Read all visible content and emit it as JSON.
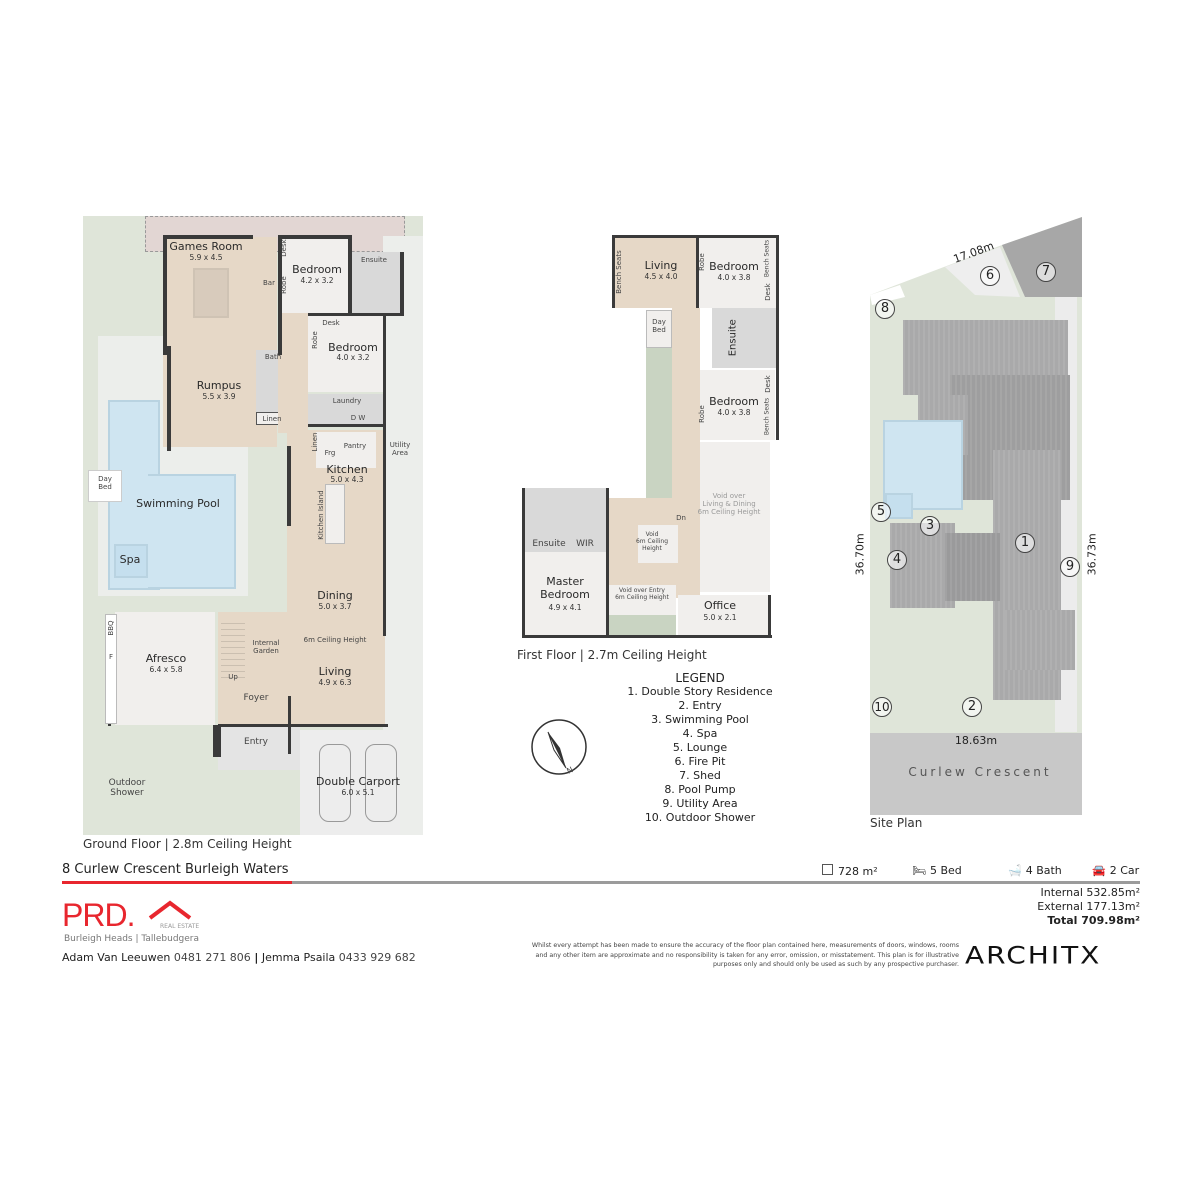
{
  "address": "8 Curlew Crescent Burleigh Waters",
  "colors": {
    "brand_red": "#e8262e",
    "divider_grey": "#9b9b9b",
    "wood_floor": "#e6d8c7",
    "pool_blue": "#cfe5f1",
    "roof_grey": "#a9a9aa"
  },
  "ground_floor": {
    "caption": "Ground Floor | 2.8m Ceiling Height",
    "rooms": {
      "games_room": {
        "name": "Games Room",
        "dims": "5.9 x 4.5"
      },
      "bar": {
        "name": "Bar"
      },
      "bedroom_1": {
        "name": "Bedroom",
        "dims": "4.2 x 3.2"
      },
      "desk_1": {
        "name": "Desk"
      },
      "robe_1": {
        "name": "Robe"
      },
      "ensuite": {
        "name": "Ensuite"
      },
      "bedroom_2": {
        "name": "Bedroom",
        "dims": "4.0 x 3.2"
      },
      "desk_2": {
        "name": "Desk"
      },
      "robe_2": {
        "name": "Robe"
      },
      "bath": {
        "name": "Bath"
      },
      "linen_1": {
        "name": "Linen"
      },
      "laundry": {
        "name": "Laundry"
      },
      "dw": {
        "name": "D  W"
      },
      "rumpus": {
        "name": "Rumpus",
        "dims": "5.5 x 3.9"
      },
      "linen_2": {
        "name": "Linen"
      },
      "frg": {
        "name": "Frg"
      },
      "pantry": {
        "name": "Pantry"
      },
      "utility": {
        "name": "Utility\nArea"
      },
      "kitchen": {
        "name": "Kitchen",
        "dims": "5.0 x 4.3"
      },
      "kitchen_island": {
        "name": "Kitchen Island"
      },
      "day_bed": {
        "name": "Day\nBed"
      },
      "pool": {
        "name": "Swimming Pool"
      },
      "spa": {
        "name": "Spa"
      },
      "dining": {
        "name": "Dining",
        "dims": "5.0 x 3.7"
      },
      "ceiling_note": {
        "name": "6m Ceiling Height"
      },
      "internal_garden": {
        "name": "Internal\nGarden"
      },
      "up": {
        "name": "Up"
      },
      "bbq": {
        "name": "BBQ"
      },
      "f": {
        "name": "F"
      },
      "afresco": {
        "name": "Afresco",
        "dims": "6.4 x 5.8"
      },
      "living": {
        "name": "Living",
        "dims": "4.9 x 6.3"
      },
      "foyer": {
        "name": "Foyer"
      },
      "entry": {
        "name": "Entry"
      },
      "outdoor_shower": {
        "name": "Outdoor\nShower"
      },
      "carport": {
        "name": "Double Carport",
        "dims": "6.0 x 5.1"
      }
    }
  },
  "first_floor": {
    "caption": "First Floor | 2.7m Ceiling Height",
    "rooms": {
      "bench_seats_1": {
        "name": "Bench Seats"
      },
      "living": {
        "name": "Living",
        "dims": "4.5 x 4.0"
      },
      "robe_1": {
        "name": "Robe"
      },
      "bedroom_1": {
        "name": "Bedroom",
        "dims": "4.0 x 3.8"
      },
      "bench_seats_2": {
        "name": "Bench Seats"
      },
      "desk_1": {
        "name": "Desk"
      },
      "day_bed": {
        "name": "Day\nBed"
      },
      "ensuite": {
        "name": "Ensuite"
      },
      "robe_2": {
        "name": "Robe"
      },
      "bedroom_2": {
        "name": "Bedroom",
        "dims": "4.0 x 3.8"
      },
      "desk_2": {
        "name": "Desk"
      },
      "bench_seats_3": {
        "name": "Bench Seats"
      },
      "void_living": {
        "name": "Void over\nLiving & Dining\n6m Ceiling Height"
      },
      "dn": {
        "name": "Dn"
      },
      "void_stair": {
        "name": "Void\n6m Ceiling\nHeight"
      },
      "master_ensuite": {
        "name": "Ensuite"
      },
      "wir": {
        "name": "WIR"
      },
      "master": {
        "name": "Master\nBedroom",
        "dims": "4.9 x 4.1"
      },
      "void_entry": {
        "name": "Void over Entry\n6m Ceiling Height"
      },
      "office": {
        "name": "Office",
        "dims": "5.0 x 2.1"
      }
    }
  },
  "legend": {
    "title": "LEGEND",
    "items": [
      "1. Double Story Residence",
      "2. Entry",
      "3. Swimming Pool",
      "4. Spa",
      "5. Lounge",
      "6. Fire Pit",
      "7. Shed",
      "8. Pool Pump",
      "9. Utility Area",
      "10. Outdoor Shower"
    ]
  },
  "compass": {
    "label": "N",
    "icon": "north-arrow-icon"
  },
  "site_plan": {
    "caption": "Site Plan",
    "street": "Curlew Crescent",
    "dim_top": "17.08m",
    "dim_left": "36.70m",
    "dim_right": "36.73m",
    "dim_bottom": "18.63m",
    "markers": [
      "1",
      "2",
      "3",
      "4",
      "5",
      "6",
      "7",
      "8",
      "9",
      "10"
    ]
  },
  "stats": [
    {
      "icon": "land-area-icon",
      "label": "728 m²"
    },
    {
      "icon": "bed-icon",
      "label": "5 Bed"
    },
    {
      "icon": "bath-icon",
      "label": "4 Bath"
    },
    {
      "icon": "car-icon",
      "label": "2 Car"
    }
  ],
  "areas": {
    "internal": "Internal 532.85m²",
    "external": "External 177.13m²",
    "total": "Total 709.98m²"
  },
  "agency": {
    "logo_text": "PRD.",
    "logo_sub": "REAL ESTATE",
    "branch": "Burleigh Heads | Tallebudgera"
  },
  "agents": {
    "agent1_name": "Adam Van Leeuwen",
    "agent1_phone": "0481 271 806",
    "separator": "|",
    "agent2_name": "Jemma Psaila",
    "agent2_phone": "0433 929 682"
  },
  "disclaimer": "Whilst every attempt has been made to ensure the accuracy of the floor plan contained here, measurements of doors, windows, rooms and any other item are approximate and no responsibility is taken for any error, omission, or misstatement. This plan is for illustrative purposes only and should only be used as such by any prospective purchaser.",
  "architx_logo": "ARCHITX"
}
